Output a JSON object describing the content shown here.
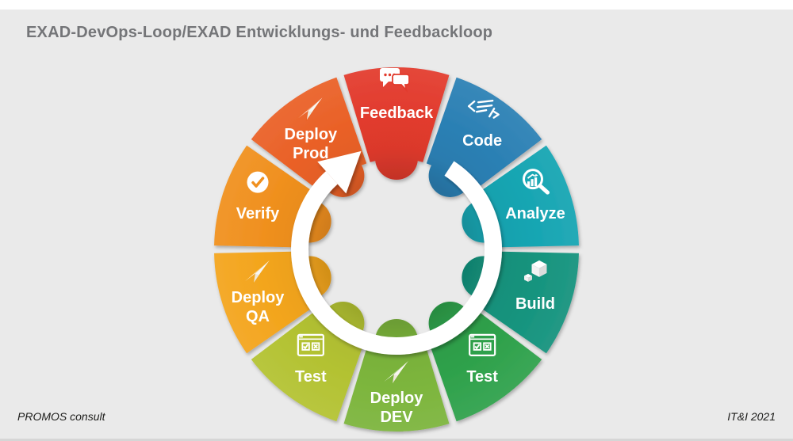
{
  "title": "EXAD-DevOps-Loop/EXAD Entwicklungs- und Feedbackloop",
  "footer": {
    "left": "PROMOS consult",
    "right": "IT&I 2021"
  },
  "wheel": {
    "background": "#eaeaea",
    "center_arrow": {
      "shape": "circular-loop-arrow",
      "color": "#ffffff",
      "direction": "clockwise"
    },
    "segments": [
      {
        "label": "Feedback",
        "lines": [
          "Feedback"
        ],
        "icon": "chat-bubbles-icon",
        "color": "#e23b2d"
      },
      {
        "label": "Code",
        "lines": [
          "Code"
        ],
        "icon": "code-icon",
        "color": "#2b80b4"
      },
      {
        "label": "Analyze",
        "lines": [
          "Analyze"
        ],
        "icon": "analyze-magnifier-icon",
        "color": "#16a5b2"
      },
      {
        "label": "Build",
        "lines": [
          "Build"
        ],
        "icon": "build-cubes-icon",
        "color": "#14937d"
      },
      {
        "label": "Test",
        "lines": [
          "Test"
        ],
        "icon": "test-window-icon",
        "color": "#2ea14b"
      },
      {
        "label": "Deploy DEV",
        "lines": [
          "Deploy",
          "DEV"
        ],
        "icon": "paper-plane-icon",
        "color": "#7cb53c"
      },
      {
        "label": "Test",
        "lines": [
          "Test"
        ],
        "icon": "test-window-icon",
        "color": "#b3c232"
      },
      {
        "label": "Deploy QA",
        "lines": [
          "Deploy",
          "QA"
        ],
        "icon": "paper-plane-icon",
        "color": "#f3a51d"
      },
      {
        "label": "Verify",
        "lines": [
          "Verify"
        ],
        "icon": "verify-check-icon",
        "color": "#f0901f"
      },
      {
        "label": "Deploy Prod",
        "lines": [
          "Deploy",
          "Prod"
        ],
        "icon": "paper-plane-icon",
        "color": "#ea6127"
      }
    ]
  }
}
